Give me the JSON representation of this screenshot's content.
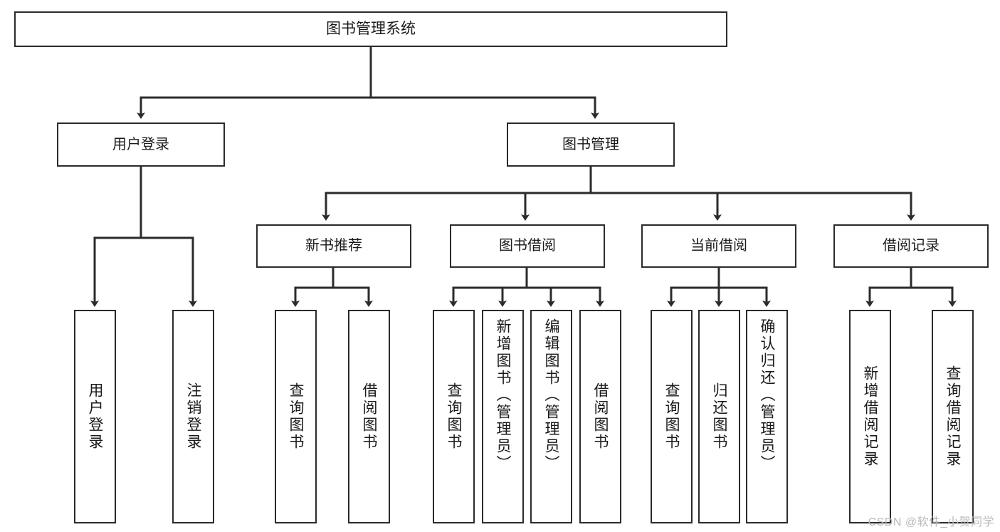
{
  "diagram": {
    "title": "图书管理系统",
    "type": "tree-hierarchy-chart",
    "stroke_color": "#2b2b2b",
    "fill_color": "#ffffff",
    "text_color": "#1a1a1a"
  },
  "root": {
    "label": "图书管理系统"
  },
  "level1": [
    {
      "label": "用户登录"
    },
    {
      "label": "图书管理"
    }
  ],
  "level2": [
    {
      "label": "新书推荐"
    },
    {
      "label": "图书借阅"
    },
    {
      "label": "当前借阅"
    },
    {
      "label": "借阅记录"
    }
  ],
  "leaves": {
    "user_login": [
      {
        "label": "用户登录"
      },
      {
        "label": "注销登录"
      }
    ],
    "new_book": [
      {
        "label": "查询图书"
      },
      {
        "label": "借阅图书"
      }
    ],
    "book_borrow": [
      {
        "label": "查询图书"
      },
      {
        "label": "新增图书（管理员）"
      },
      {
        "label": "编辑图书（管理员）"
      },
      {
        "label": "借阅图书"
      }
    ],
    "current_borrow": [
      {
        "label": "查询图书"
      },
      {
        "label": "归还图书"
      },
      {
        "label": "确认归还（管理员）"
      }
    ],
    "borrow_record": [
      {
        "label": "新增借阅记录"
      },
      {
        "label": "查询借阅记录"
      }
    ]
  },
  "watermark": {
    "text": "CSDN @软件_小贺同学"
  }
}
